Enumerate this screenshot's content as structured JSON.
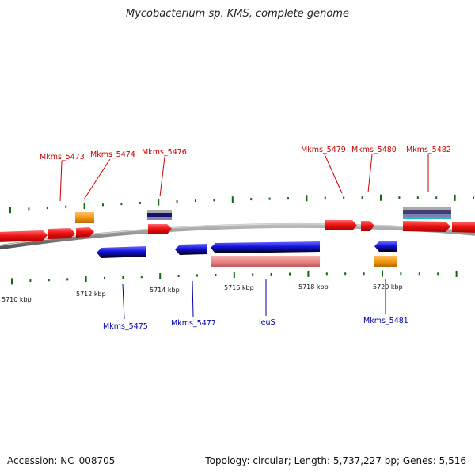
{
  "title": "Mycobacterium sp. KMS, complete genome",
  "footer": {
    "accession": "Accession: NC_008705",
    "summary": "Topology: circular; Length: 5,737,227 bp; Genes: 5,516"
  },
  "colors": {
    "forward_gene": "#ee1111",
    "reverse_gene": "#1111dd",
    "rna": "#f59a10",
    "pseudo": "#ee8888",
    "backbone": "#888888",
    "tick": "#116611",
    "forward_label": "#cc0000",
    "reverse_label": "#0000aa"
  },
  "scale_labels": [
    "5710 kbp",
    "5712 kbp",
    "5714 kbp",
    "5716 kbp",
    "5718 kbp",
    "5720 kbp"
  ],
  "forward_labels": [
    "Mkms_5473",
    "Mkms_5474",
    "Mkms_5476",
    "Mkms_5479",
    "Mkms_5480",
    "Mkms_5482"
  ],
  "reverse_labels": [
    "Mkms_5475",
    "Mkms_5477",
    "leuS",
    "Mkms_5481"
  ]
}
